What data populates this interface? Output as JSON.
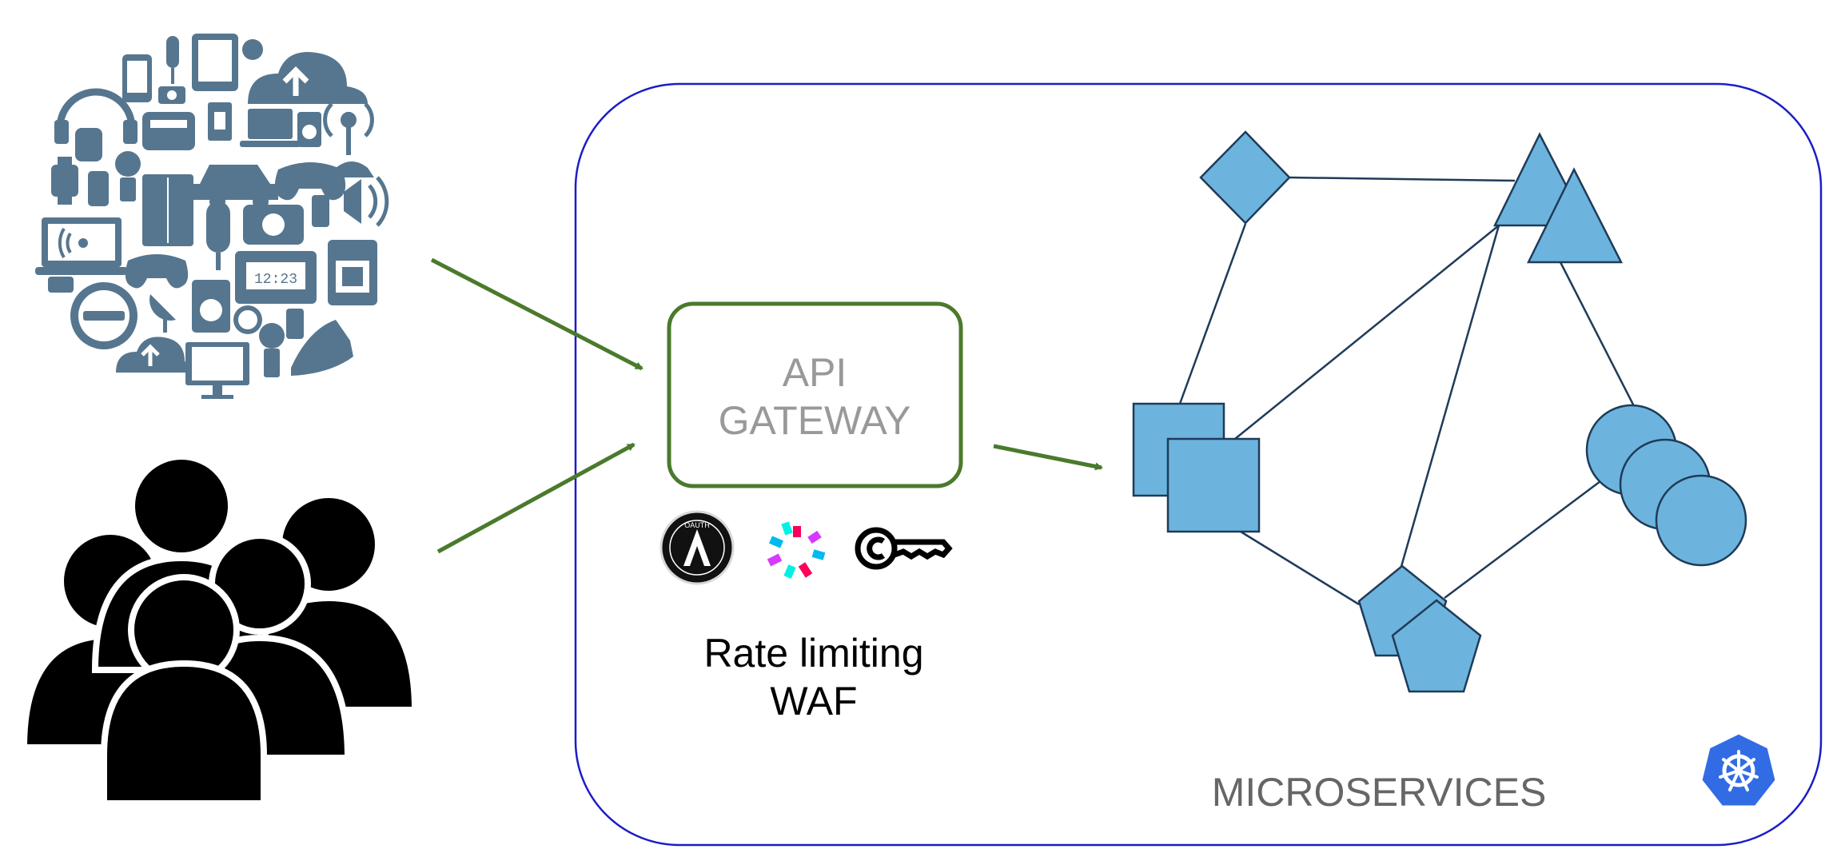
{
  "gateway": {
    "line1": "API",
    "line2": "GATEWAY"
  },
  "security": {
    "line1": "Rate limiting",
    "line2": "WAF",
    "icons": [
      "oauth-logo-icon",
      "jwt-logo-icon",
      "api-key-icon"
    ],
    "oauth_badge_text": "OAUTH"
  },
  "cluster": {
    "label": "MICROSERVICES",
    "icon": "kubernetes-icon"
  },
  "clients": {
    "iot_icon": "iot-devices-icon",
    "users_icon": "users-group-icon",
    "meter_display": "12:23"
  },
  "colors": {
    "cluster_border": "#1c1cc8",
    "gateway_border": "#4a7a2c",
    "arrow": "#4a7a2c",
    "service_fill": "#6cb4de",
    "kubernetes": "#326ce5"
  }
}
